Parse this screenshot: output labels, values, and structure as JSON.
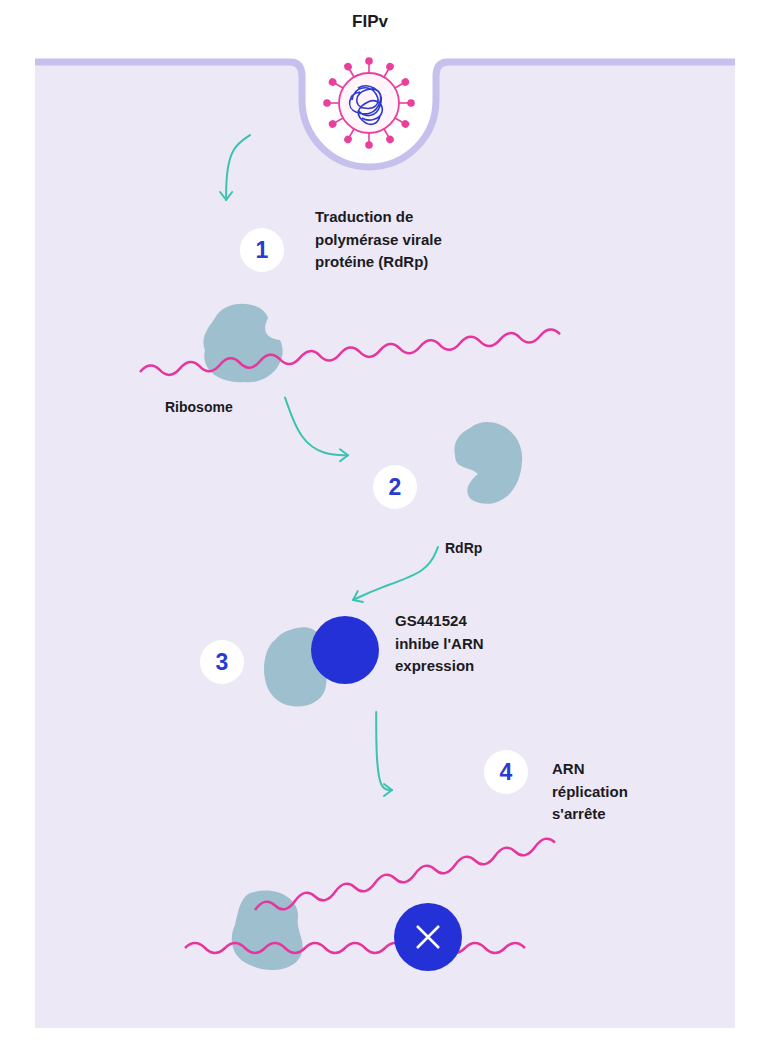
{
  "diagram": {
    "nodes": [
      {
        "text": [
          "FIPv"
        ]
      },
      {
        "text": [
          "1",
          "Traduction de polymérase virale protéine (RdRp)"
        ]
      },
      {
        "text": [
          "Ribosome"
        ]
      },
      {
        "text": [
          "2"
        ]
      },
      {
        "text": [
          "RdRp"
        ]
      },
      {
        "text": [
          "3",
          "GS441524 inhibe l'ARN expression"
        ]
      },
      {
        "text": [
          "4",
          "ARN réplication s'arrête"
        ]
      }
    ],
    "edges": [
      {
        "from": 0,
        "to": 1,
        "arrow": "to"
      },
      {
        "from": 2,
        "to": 3,
        "arrow": "to"
      },
      {
        "from": 4,
        "to": 5,
        "arrow": "to"
      },
      {
        "from": 5,
        "to": 6,
        "arrow": "to"
      }
    ]
  }
}
